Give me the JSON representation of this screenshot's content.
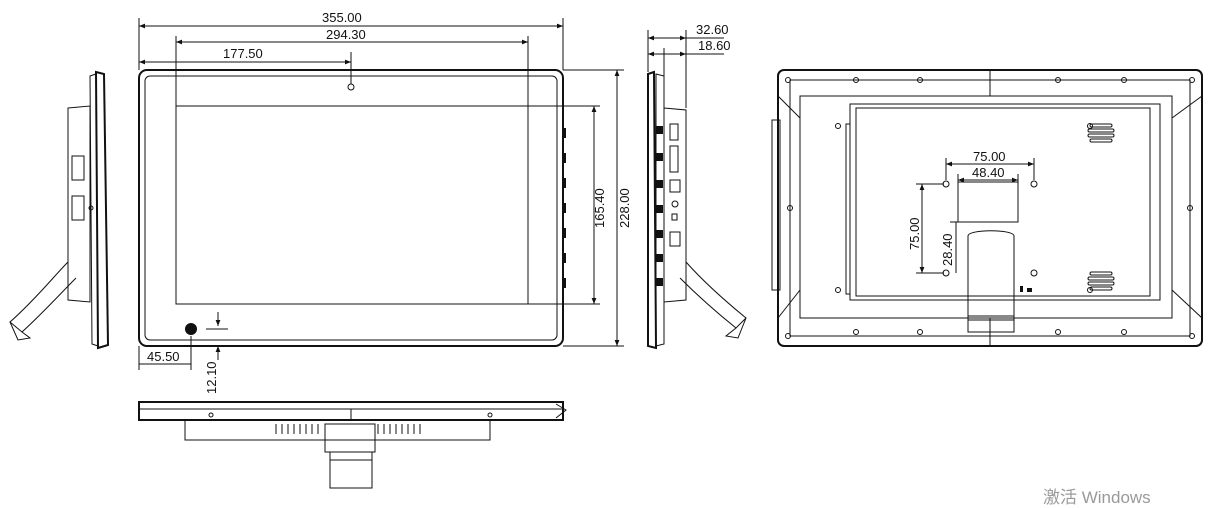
{
  "dimensions": {
    "overall_width": "355.00",
    "screen_width": "294.30",
    "half_width": "177.50",
    "active_height": "165.40",
    "overall_height": "228.00",
    "depth_total": "32.60",
    "depth_body": "18.60",
    "button_offset_x": "45.50",
    "button_offset_y": "12.10",
    "vesa_large_h": "75.00",
    "vesa_small_h": "48.40",
    "vesa_large_v": "75.00",
    "vesa_small_v": "28.40"
  },
  "watermark": "激活 Windows"
}
